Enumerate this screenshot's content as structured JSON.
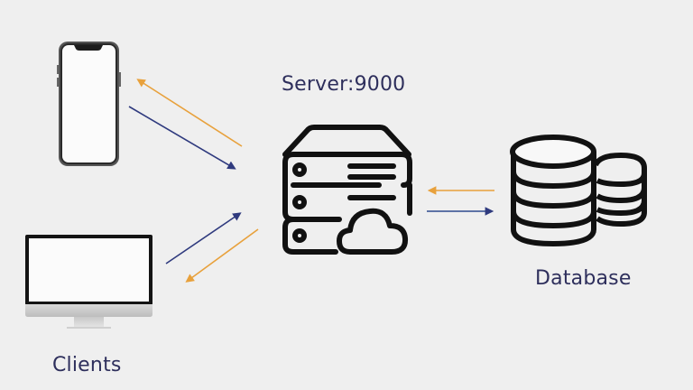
{
  "labels": {
    "server": "Server:9000",
    "database": "Database",
    "clients": "Clients"
  },
  "nodes": [
    {
      "id": "phone",
      "type": "mobile-client",
      "icon": "smartphone-icon"
    },
    {
      "id": "desktop",
      "type": "desktop-client",
      "icon": "monitor-icon"
    },
    {
      "id": "server",
      "type": "server",
      "icon": "server-cloud-icon"
    },
    {
      "id": "database",
      "type": "database",
      "icon": "database-icon"
    }
  ],
  "edges": [
    {
      "from": "server",
      "to": "phone",
      "direction": "response",
      "color": "#e8a13c"
    },
    {
      "from": "phone",
      "to": "server",
      "direction": "request",
      "color": "#2f3a7e"
    },
    {
      "from": "desktop",
      "to": "server",
      "direction": "request",
      "color": "#2f3a7e"
    },
    {
      "from": "server",
      "to": "desktop",
      "direction": "response",
      "color": "#e8a13c"
    },
    {
      "from": "database",
      "to": "server",
      "direction": "response",
      "color": "#e8a13c"
    },
    {
      "from": "server",
      "to": "database",
      "direction": "request",
      "color": "#2f4a8e"
    }
  ],
  "colors": {
    "background": "#efefef",
    "label_text": "#2e2f5c",
    "response_arrow": "#e8a13c",
    "request_arrow": "#2f3a7e"
  }
}
